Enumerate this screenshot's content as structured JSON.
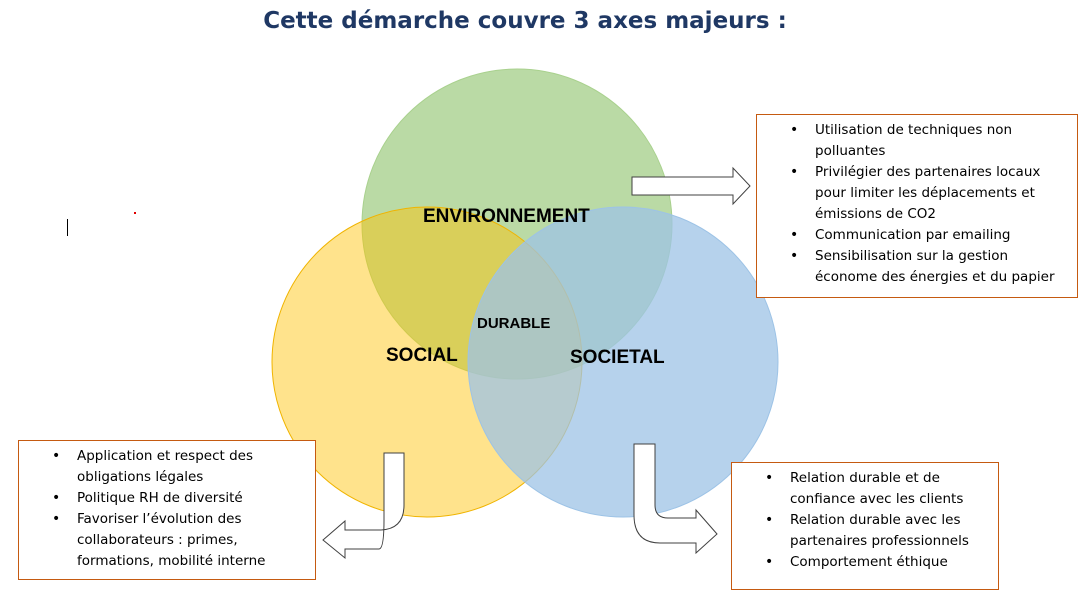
{
  "title": "Cette démarche couvre 3 axes majeurs :",
  "colors": {
    "environnement": "#a9d18e",
    "social": "#ffc000",
    "societal": "#9dc3e6",
    "title": "#1f3864",
    "box_border": "#c55a11"
  },
  "circles": {
    "environnement": "ENVIRONNEMENT",
    "social": "SOCIAL",
    "societal": "SOCIETAL",
    "center": "DURABLE"
  },
  "boxes": {
    "environnement": [
      "Utilisation de techniques non polluantes",
      "Privilégier des partenaires locaux pour limiter les déplacements et émissions de CO2",
      "Communication par emailing",
      "Sensibilisation sur la gestion économe des énergies et du papier"
    ],
    "social": [
      "Application et respect des obligations légales",
      "Politique RH de diversité",
      "Favoriser l’évolution des collaborateurs : primes, formations, mobilité interne"
    ],
    "societal": [
      "Relation durable et de confiance avec les clients",
      "Relation durable avec les partenaires professionnels",
      "Comportement éthique"
    ]
  }
}
